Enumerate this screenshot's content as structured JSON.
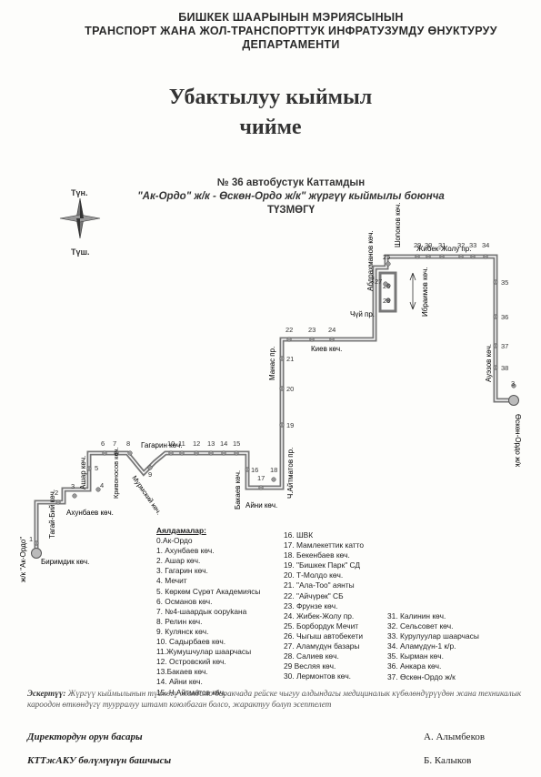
{
  "header": {
    "line1": "БИШКЕК ШААРЫНЫН МЭРИЯСЫНЫН",
    "line2": "ТРАНСПОРТ ЖАНА ЖОЛ-ТРАНСПОРТТУК ИНФРАТУЗУМДУ ӨНУКТУРУУ",
    "line3": "ДЕПАРТАМЕНТИ"
  },
  "title": {
    "line1": "Убактылуу кыймыл",
    "line2": "чийме"
  },
  "subtitle": {
    "line1": "№ 36 автобустук Каттамдын",
    "line2": "\"Ак-Ордо\" ж/к  -  Өскөн-Ордо ж/к\" жүргүү кыймылы боюнча",
    "line3": "ТҮЗМӨГҮ"
  },
  "compass": {
    "north": "Түн.",
    "south": "Түш."
  },
  "streets": {
    "birimdik": "Биримдик көч.",
    "tagai_biy": "Тагай-Бий көч.",
    "ak_ordo_side": "ж/к \"Ак-Ордо\"",
    "akhunbaev": "Ахунбаев көч.",
    "ashar": "Ашар көч.",
    "gagarin": "Гагарин көч.",
    "kriv": "Кривоносов көч.",
    "murmansk": "Мурмский көч.",
    "bakaev": "Бакаев көч.",
    "ainy": "Айни көч.",
    "aitmatov": "Ч.Айтматов пр.",
    "manas": "Манас пр.",
    "kiev": "Киев көч.",
    "chui": "Чүй пр.",
    "abdrakhmanov": "Абдрахманов көч.",
    "shopokov": "Шопоков көч.",
    "ibraimov": "Ибраимов көч.",
    "zhibek": "Жибек-Жолу пр.",
    "auezov": "Ауэзов көч.",
    "osken_side": "Өскөн-Ордо ж/к"
  },
  "stop_numbers": [
    "1",
    "2",
    "3",
    "4",
    "5",
    "6",
    "7",
    "8",
    "9",
    "10",
    "11",
    "12",
    "13",
    "14",
    "15",
    "16",
    "17",
    "18",
    "19",
    "20",
    "21",
    "22",
    "23",
    "24",
    "25",
    "26",
    "27",
    "28",
    "29",
    "30",
    "31",
    "32",
    "33",
    "34",
    "35",
    "36",
    "37",
    "38",
    "3"
  ],
  "legend": {
    "title": "Аялдамалар:",
    "col1": [
      "0.Ак-Ордо",
      "1. Ахунбаев көч.",
      "2. Ашар көч.",
      "3. Гагарин көч.",
      "4. Мечит",
      "5. Көркөм Сүрөт Академиясы",
      "6. Османов көч.",
      "7. №4-шаардык ооруkана",
      "8. Релин көч.",
      "9. Кулянск көч.",
      "10. Садырбаев көч.",
      "11.Жумушчулар шаарчасы",
      "12. Островский көч.",
      "13.Бакаев көч.",
      "14. Айни көч.",
      "15. Ч.Айтматов көч."
    ],
    "col2": [
      "16. ШВК",
      "17. Мамлекеттик катто",
      "18. Бекенбаев көч.",
      "19. \"Бишкек Парк\" СД",
      "20. Т-Молдо көч.",
      "21. \"Ала-Тоо\" аянты",
      "22. \"Айчүрөк\" СБ",
      "23. Фрунзе көч.",
      "24. Жибек-Жолу пр.",
      "25. Борбордук Мечит",
      "26. Чыгыш автобекети",
      "27. Аламүдүн базары",
      "28. Салиев көч.",
      "29 Весляя көч.",
      "30. Лермонтов көч."
    ],
    "col3": [
      "31. Калинин көч.",
      "32. Сельсовет көч.",
      "33. Курулуулар шаарчасы",
      "34. Аламүдүн-1 к/р.",
      "35. Кырман көч.",
      "36. Анкара көч.",
      "37. Өскөн-Ордо ж/к"
    ]
  },
  "note": {
    "label": "Эскертүү:",
    "text": "Жүргүү кыймылынын түзмөгү жолдомо баракчада рейске чыгуу алдындагы медициналык күбөлөндүрүүдөн жана техникалык кароодон өткөндүгү туурралуу штамп коюлбаган болсо, жарактуу болуп эсептелет"
  },
  "signatures": {
    "role1": "Директордун орун басары",
    "name1": "А. Алымбеков",
    "role2": "КТТжАКУ бөлүмүнүн башчысы",
    "name2": "Б. Калыков"
  }
}
